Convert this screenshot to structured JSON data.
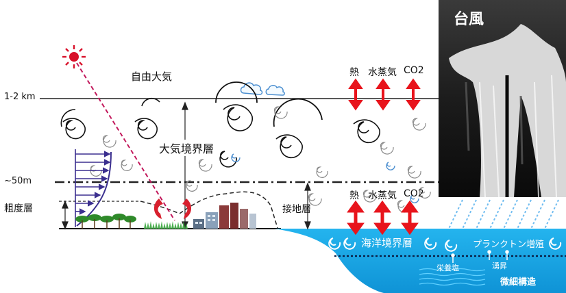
{
  "labels": {
    "free_atmosphere": "自由大気",
    "altitude_top": "1-2 km",
    "altitude_mid": "~50m",
    "roughness_layer": "粗度層",
    "atmospheric_boundary_layer": "大気境界層",
    "surface_layer": "接地層",
    "ocean_boundary_layer": "海洋境界層",
    "typhoon": "台風",
    "plankton_growth": "プランクトン増殖",
    "nutrient_salts": "栄養塩",
    "upwelling": "湧昇",
    "microstructure": "微細構造"
  },
  "fluxes_upper": [
    "熱",
    "水蒸気",
    "CO2"
  ],
  "fluxes_lower": [
    "熱",
    "水蒸気",
    "CO2"
  ],
  "colors": {
    "flux_arrow": "#e8141c",
    "ocean": "#1aa3e6",
    "wind_profile": "#3b2f8f",
    "sun": "#d8102a",
    "leaf_eddy": "#d8202e",
    "vegetation": "#2f8a2a"
  }
}
